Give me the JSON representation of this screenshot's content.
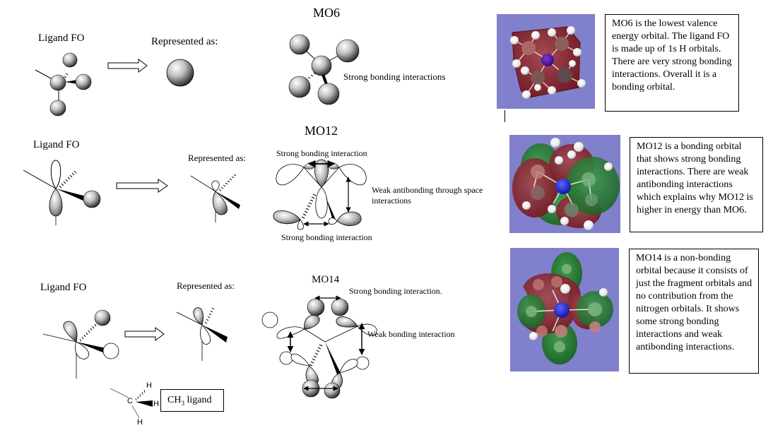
{
  "rows": [
    {
      "id": "mo6",
      "mo_title": "MO6",
      "ligand_label": "Ligand FO",
      "represented_label": "Represented as:",
      "annotations": [
        "Strong bonding interactions"
      ],
      "description": "MO6 is the lowest valence energy orbital. The ligand FO is made up of 1s H orbitals. There are very strong bonding interactions. Overall it is a bonding orbital.",
      "render_colors": {
        "background": "#8080cc",
        "lobe_positive": "#7a1a22",
        "nitrogen": "#4a0f8c"
      }
    },
    {
      "id": "mo12",
      "mo_title": "MO12",
      "ligand_label": "Ligand FO",
      "represented_label": "Represented as:",
      "annotations": [
        "Strong bonding interaction",
        "Weak antibonding through space interactions",
        "Strong bonding interaction"
      ],
      "description": "MO12 is a bonding orbital that shows strong bonding interactions. There are weak antibonding interactions which explains why MO12 is higher in energy than MO6.",
      "render_colors": {
        "background": "#8080cc",
        "lobe_positive": "#7a1a22",
        "lobe_negative": "#1f6e2a",
        "nitrogen": "#1a22c8"
      }
    },
    {
      "id": "mo14",
      "mo_title": "MO14",
      "ligand_label": "Ligand FO",
      "represented_label": "Represented as:",
      "annotations": [
        "Strong bonding interaction.",
        "Weak bonding interaction"
      ],
      "description": "MO14 is a non-bonding orbital because it consists of just the fragment orbitals and no contribution from the nitrogen orbitals. It shows some strong bonding interactions and weak antibonding interactions.",
      "render_colors": {
        "background": "#8080cc",
        "lobe_positive": "#7a1a22",
        "lobe_negative": "#1f6e2a",
        "nitrogen": "#1a22c8"
      }
    }
  ],
  "ch3": {
    "atom_c": "C",
    "atom_h": "H",
    "box_label_prefix": "CH",
    "box_label_sub": "3",
    "box_label_suffix": " ligand"
  }
}
